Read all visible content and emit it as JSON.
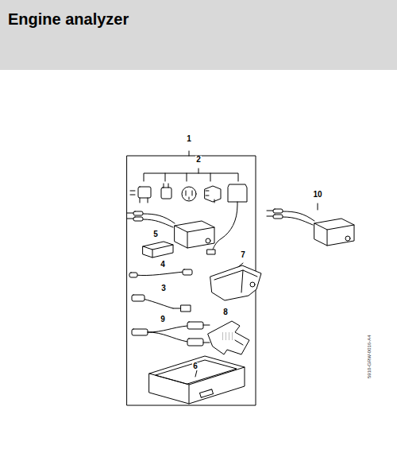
{
  "diagram": {
    "title": "Engine analyzer",
    "labels": [
      "1",
      "2",
      "3",
      "4",
      "5",
      "6",
      "7",
      "8",
      "9",
      "10",
      "5910-GRW-0016-A4"
    ]
  }
}
